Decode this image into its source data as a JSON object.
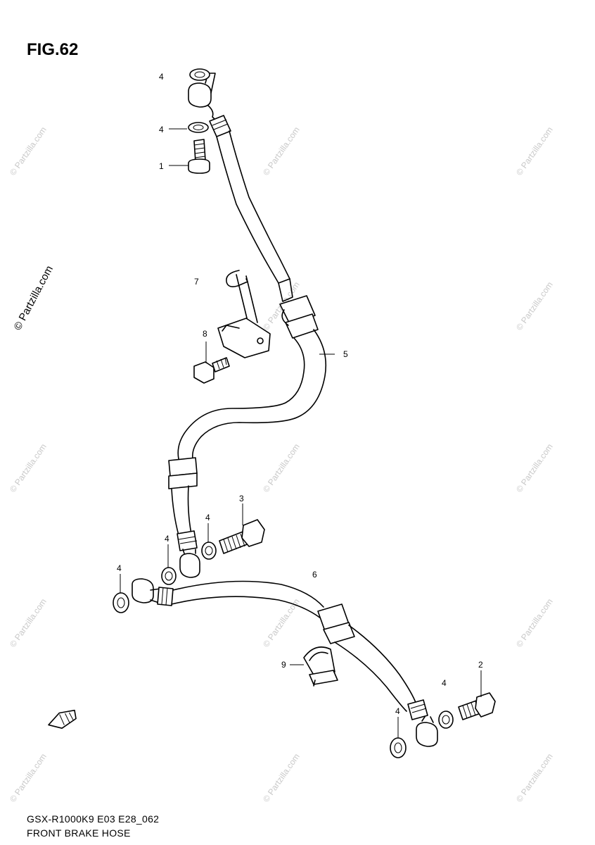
{
  "figure": {
    "title": "FIG.62",
    "code": "GSX-R1000K9 E03 E28_062",
    "caption": "FRONT BRAKE HOSE"
  },
  "watermark": {
    "text": "© Partzilla.com"
  },
  "callouts": {
    "c1": "1",
    "c2": "2",
    "c3": "3",
    "c4a": "4",
    "c4b": "4",
    "c4c": "4",
    "c4d": "4",
    "c4e": "4",
    "c4f": "4",
    "c4g": "4",
    "c5": "5",
    "c6": "6",
    "c7": "7",
    "c8": "8",
    "c9": "9"
  },
  "colors": {
    "line": "#000000",
    "watermark": "#c9c9c9",
    "background": "#ffffff"
  }
}
